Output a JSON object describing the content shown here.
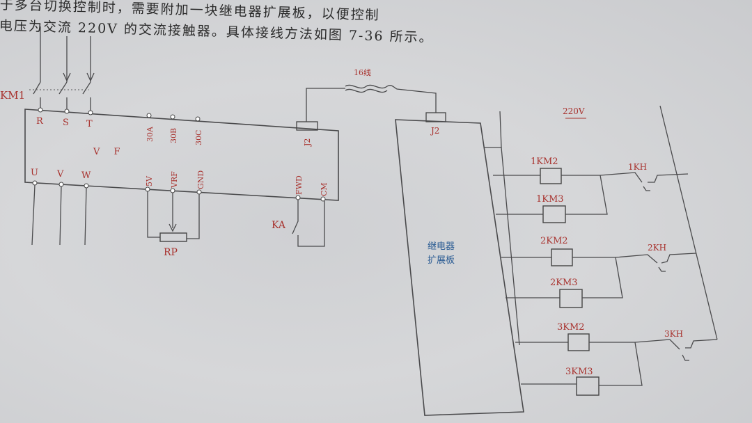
{
  "header": {
    "line1": "于多台切换控制时，需要附加一块继电器扩展板，以便控制",
    "line2": "电压为交流 220V 的交流接触器。具体接线方法如图 7-36 所示。"
  },
  "vfd": {
    "power_in": [
      "R",
      "S",
      "T"
    ],
    "relay_out": [
      "30A",
      "30B",
      "30C"
    ],
    "label": "V F",
    "motor_out": [
      "U",
      "V",
      "W"
    ],
    "analog": [
      "5V",
      "VRF",
      "GND"
    ],
    "j2": "J2",
    "fwd": "FWD",
    "cm": "CM"
  },
  "labels": {
    "km1": "KM1",
    "ka": "KA",
    "rp": "RP",
    "cable": "16线",
    "j2_board": "J2",
    "v220": "220V",
    "board": [
      "继电器",
      "扩展板"
    ]
  },
  "contactors": [
    "1KM2",
    "1KM3",
    "2KM2",
    "2KM3",
    "3KM2",
    "3KM3"
  ],
  "thermal": [
    "1KH",
    "2KH",
    "3KH"
  ]
}
